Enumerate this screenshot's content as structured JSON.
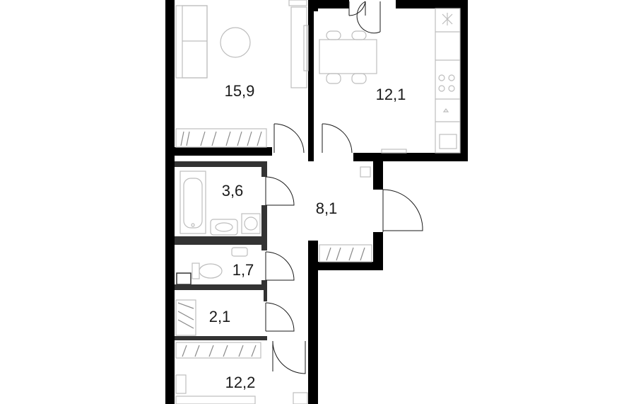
{
  "colors": {
    "wall": "#000000",
    "inner_wall": "#333333",
    "furniture": "#bdbdbd",
    "background": "#ffffff",
    "text": "#1a1a1a"
  },
  "rooms": [
    {
      "id": "living-room",
      "area": "15,9"
    },
    {
      "id": "kitchen",
      "area": "12,1"
    },
    {
      "id": "bathroom",
      "area": "3,6"
    },
    {
      "id": "hallway",
      "area": "8,1"
    },
    {
      "id": "toilet",
      "area": "1,7"
    },
    {
      "id": "storage",
      "area": "2,1"
    },
    {
      "id": "bedroom",
      "area": "12,2"
    }
  ]
}
